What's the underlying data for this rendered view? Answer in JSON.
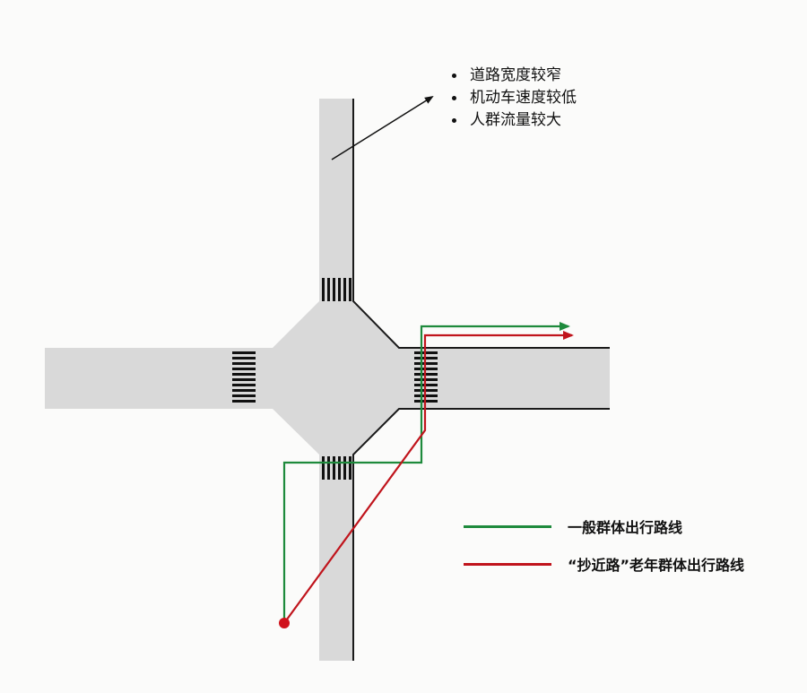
{
  "notes": {
    "items": [
      "道路宽度较窄",
      "机动车速度较低",
      "人群流量较大"
    ]
  },
  "legend": {
    "items": [
      {
        "label": "一般群体出行路线",
        "color": "#1e8a3c"
      },
      {
        "label": "“抄近路”老年群体出行路线",
        "color": "#c0141c"
      }
    ]
  },
  "colors": {
    "road": "#d9d9d9",
    "road_edge": "#1a1a1a",
    "crosswalk": "#111111",
    "general_route": "#1e8a3c",
    "elderly_route": "#c0141c",
    "start_point": "#d0111b"
  }
}
